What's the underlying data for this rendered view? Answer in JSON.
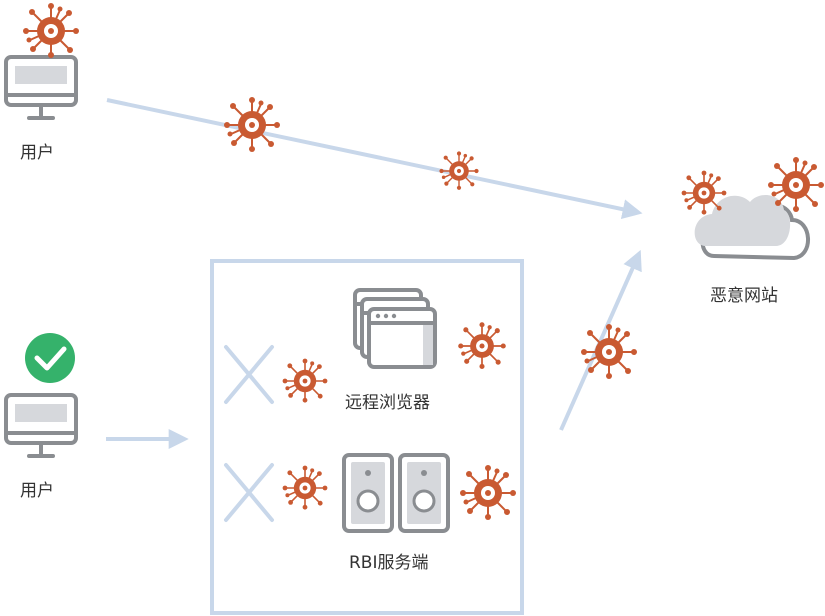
{
  "colors": {
    "virus": "#c95a32",
    "virus_core": "#ffffff",
    "arrow": "#c8d7ea",
    "box_border": "#c8d7ea",
    "device_gray": "#8a8d91",
    "screen_fill": "#d6d8dc",
    "cloud_fill": "#d6d8dc",
    "cloud_outline": "#8a8d91",
    "check_green": "#35b26b",
    "x_mark": "#c8d7ea"
  },
  "labels": {
    "user_top": "用户",
    "user_bottom": "用户",
    "malicious_site": "恶意网站",
    "remote_browser": "远程浏览器",
    "rbi_server": "RBI服务端"
  },
  "icons": {
    "top_user_device": "desktop-monitor-icon",
    "bottom_user_device": "desktop-monitor-icon",
    "safe_badge": "checkmark-badge-icon",
    "cloud": "cloud-icon",
    "browser_stack": "browser-windows-icon",
    "server_pair": "server-tower-icon",
    "virus": "virus-icon",
    "blocked": "x-mark-icon"
  }
}
